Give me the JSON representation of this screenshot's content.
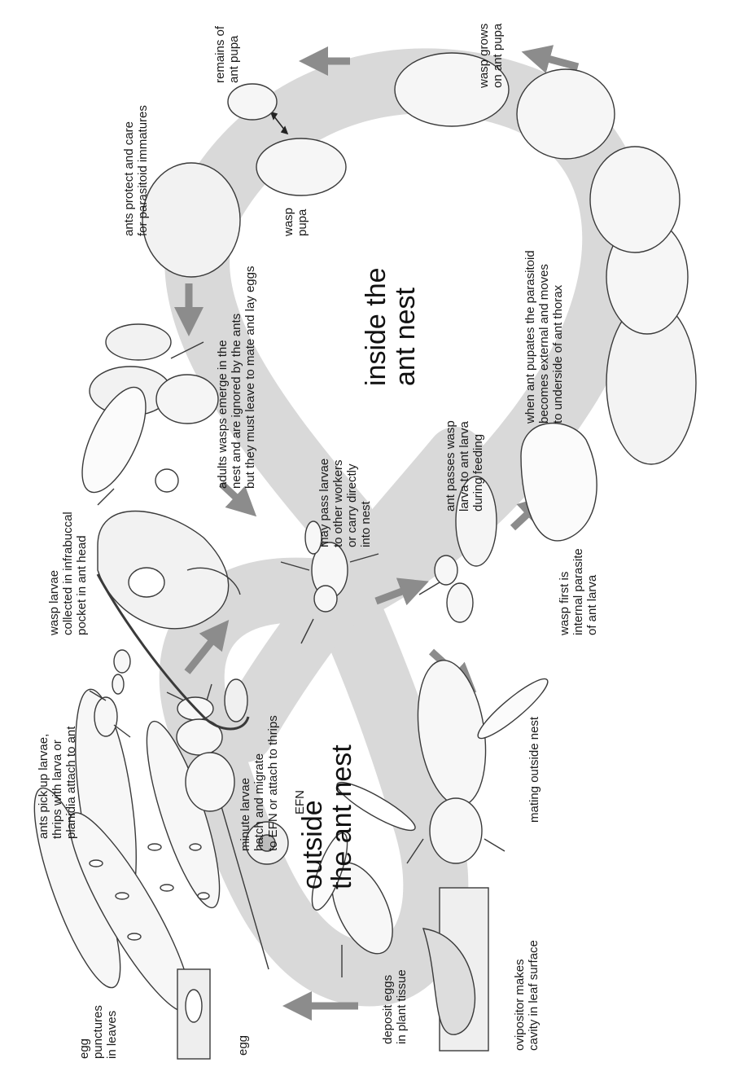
{
  "title_inside": "inside the\nant nest",
  "title_outside": "outside\nthe ant nest",
  "labels": {
    "egg_punctures": "egg\npunctures\nin leaves",
    "egg": "egg",
    "deposit_eggs": "deposit eggs\nin plant tissue",
    "ovipositor": "ovipositor makes\ncavity in leaf surface",
    "efn": "EFN",
    "ants_pick_up": "ants pick up larvae,\nthrips with larva or\nplanidia attach to ant",
    "minute_larvae": "minute larvae\nhatch and migrate\nto EFN or attach to thrips",
    "mating_outside": "mating outside nest",
    "wasp_larvae_collected": "wasp larvae\ncollected in infrabuccal\npocket in ant head",
    "may_pass": "may pass larvae\nto other workers\nor carry directly\ninto nest",
    "ant_passes": "ant passes wasp\nlarva to ant larva\nduring feeding",
    "wasp_first": "wasp first is\ninternal parasite\nof ant larva",
    "adults_emerge": "adults wasps emerge in the\nnest and are ignored by the ants\nbut they must leave to mate and lay eggs",
    "ants_protect": "ants protect and care\nfor parasitoid immatures",
    "wasp_pupa": "wasp\npupa",
    "remains": "remains of\nant pupa",
    "wasp_grows": "wasp grows\non ant pupa",
    "ant_pupates": "when ant pupates the parasitoid\nbecomes external and moves\nto underside of ant thorax"
  },
  "colors": {
    "band": "#d9d9d9",
    "arrow": "#8c8c8c",
    "ink": "#3a3a3a"
  },
  "icons": [
    "leaf-icon",
    "ant-icon",
    "wasp-icon",
    "thrips-icon",
    "larva-icon",
    "pupa-icon",
    "ant-head-icon"
  ]
}
